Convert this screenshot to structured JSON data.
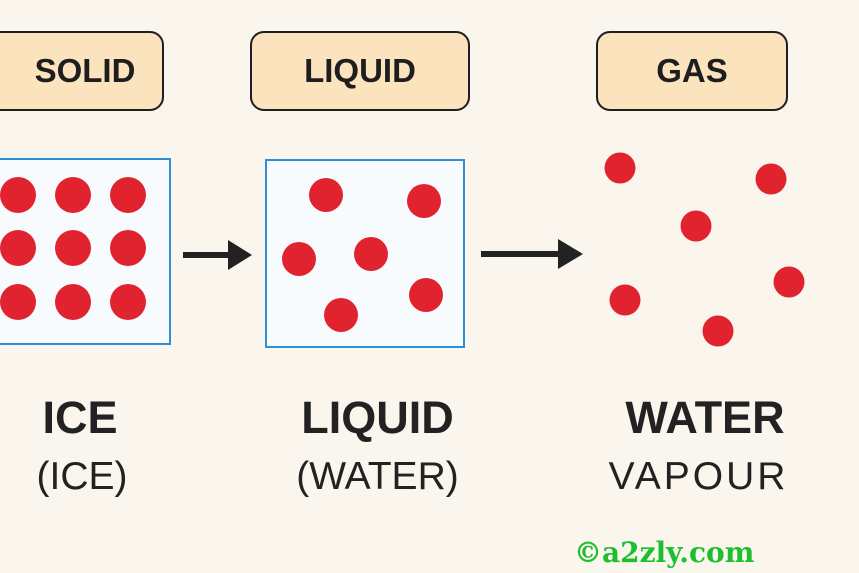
{
  "diagram": {
    "title": "States of Matter",
    "labels": {
      "solid": "SOLID",
      "liquid": "LIQUID",
      "gas": "GAS"
    },
    "captions": {
      "ice_title": "ICE",
      "ice_subtitle": "(ICE)",
      "liquid_title": "LIQUID",
      "liquid_subtitle": "(WATER)",
      "gas_title": "WATER",
      "gas_subtitle": "VAPOUR"
    },
    "particle_counts": {
      "solid": 9,
      "liquid": 6,
      "gas": 6
    },
    "flow": [
      "SOLID",
      "LIQUID",
      "GAS"
    ]
  },
  "watermark": "©a2zly.com",
  "colors": {
    "particle": "#e1232f",
    "box_border": "#2e8fd6",
    "label_fill": "#fbe3bd",
    "watermark": "#1cbf2e"
  }
}
